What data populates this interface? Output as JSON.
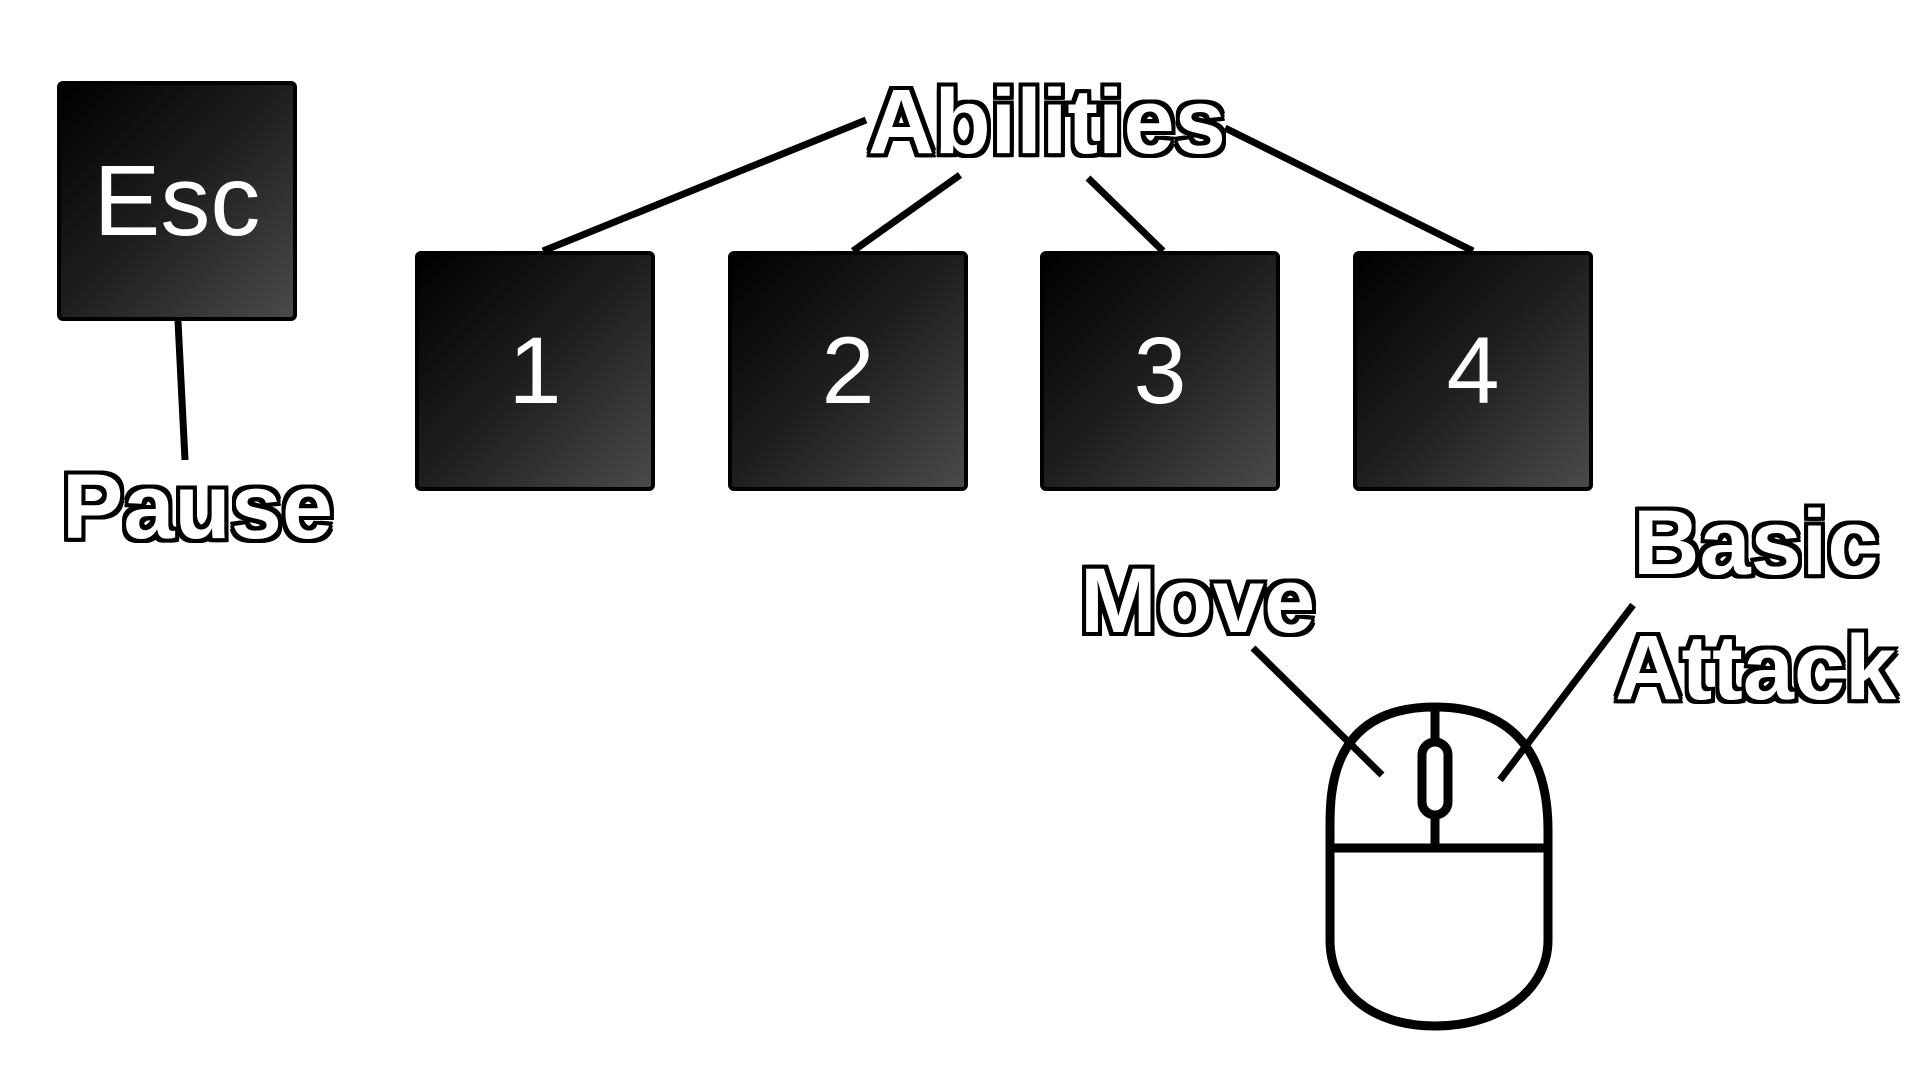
{
  "keys": {
    "esc": "Esc",
    "ability_1": "1",
    "ability_2": "2",
    "ability_3": "3",
    "ability_4": "4"
  },
  "labels": {
    "pause": "Pause",
    "abilities": "Abilities",
    "move": "Move",
    "basic_attack_line1": "Basic",
    "basic_attack_line2": "Attack"
  },
  "colors": {
    "key_dark": "#000000",
    "key_light": "#4a4a4a",
    "text": "#ffffff",
    "outline": "#000000",
    "background": "#ffffff"
  }
}
